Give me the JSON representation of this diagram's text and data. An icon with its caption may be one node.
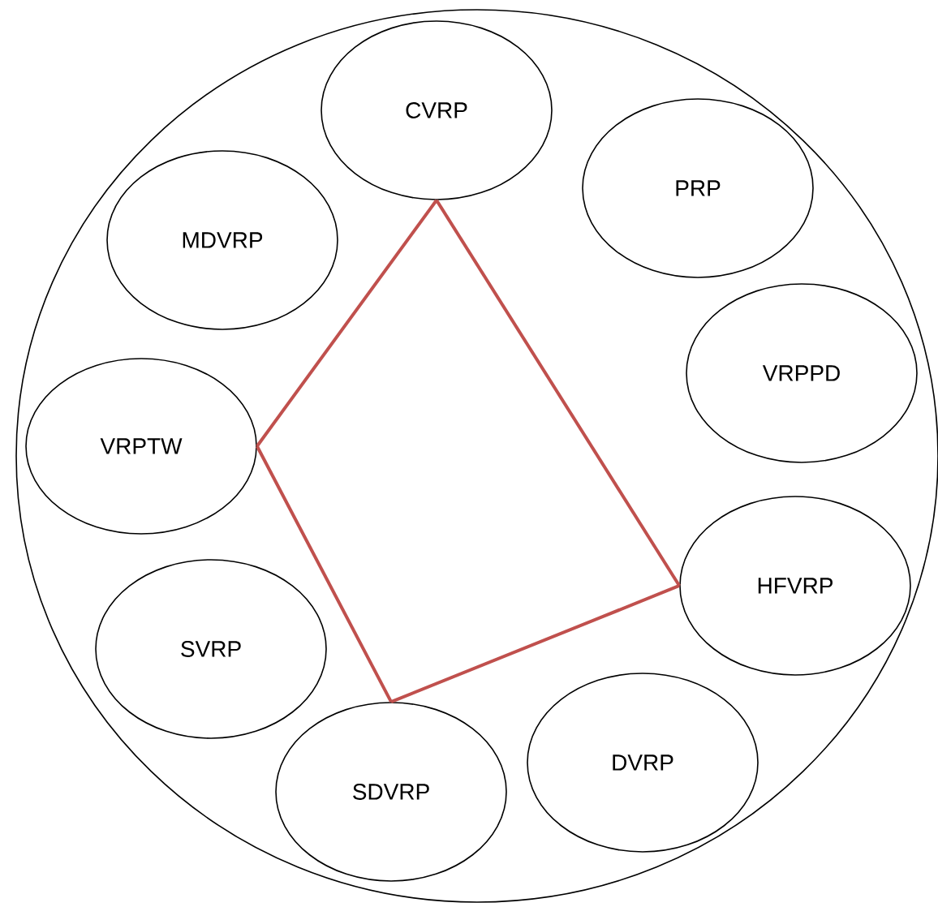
{
  "diagram": {
    "nodes": [
      {
        "text": [],
        "shape": "circle"
      },
      {
        "text": [
          "CVRP"
        ],
        "in": 0
      },
      {
        "text": [
          "PRP"
        ],
        "in": 0
      },
      {
        "text": [
          "MDVRP"
        ],
        "in": 0
      },
      {
        "text": [
          "VRPPD"
        ],
        "in": 0
      },
      {
        "text": [
          "VRPTW"
        ],
        "in": 0
      },
      {
        "text": [
          "HFVRP"
        ],
        "in": 0
      },
      {
        "text": [
          "SVRP"
        ],
        "in": 0
      },
      {
        "text": [
          "SDVRP"
        ],
        "in": 0
      },
      {
        "text": [
          "DVRP"
        ],
        "in": 0
      }
    ],
    "edges": [
      {
        "from": 1,
        "to": 5,
        "arrow": "none"
      },
      {
        "from": 1,
        "to": 6,
        "arrow": "none"
      },
      {
        "from": 5,
        "to": 8,
        "arrow": "none"
      },
      {
        "from": 8,
        "to": 6,
        "arrow": "none"
      }
    ]
  }
}
